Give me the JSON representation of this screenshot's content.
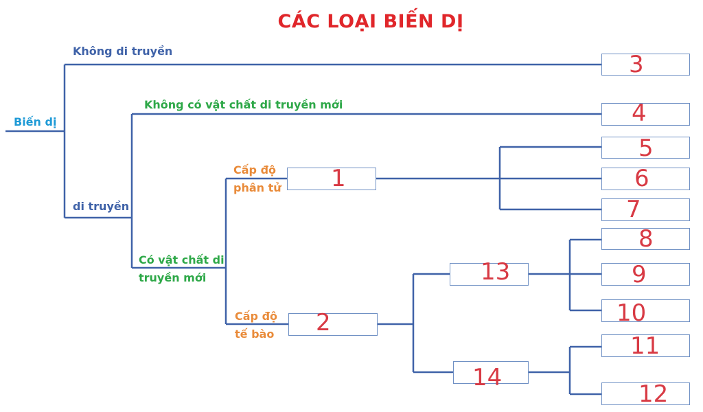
{
  "title": "CÁC LOẠI BIẾN DỊ",
  "labels": {
    "root": "Biến dị",
    "non_hereditary": "Không di truyền",
    "hereditary": "di truyền",
    "no_new_material": "Không có vật chất di truyền mới",
    "new_material_line1": "Có vật chất di",
    "new_material_line2": "truyền mới",
    "molecular_line1": "Cấp độ",
    "molecular_line2": "phân tử",
    "cellular_line1": "Cấp độ",
    "cellular_line2": "tế bào"
  },
  "answers": {
    "b1": "1",
    "b2": "2",
    "b3": "3",
    "b4": "4",
    "b5": "5",
    "b6": "6",
    "b7": "7",
    "b8": "8",
    "b9": "9",
    "b10": "10",
    "b11": "11",
    "b12": "12",
    "b13": "13",
    "b14": "14"
  },
  "colors": {
    "title": "#e0262a",
    "lines": "#3f62a8",
    "handwriting": "#d83a44"
  }
}
